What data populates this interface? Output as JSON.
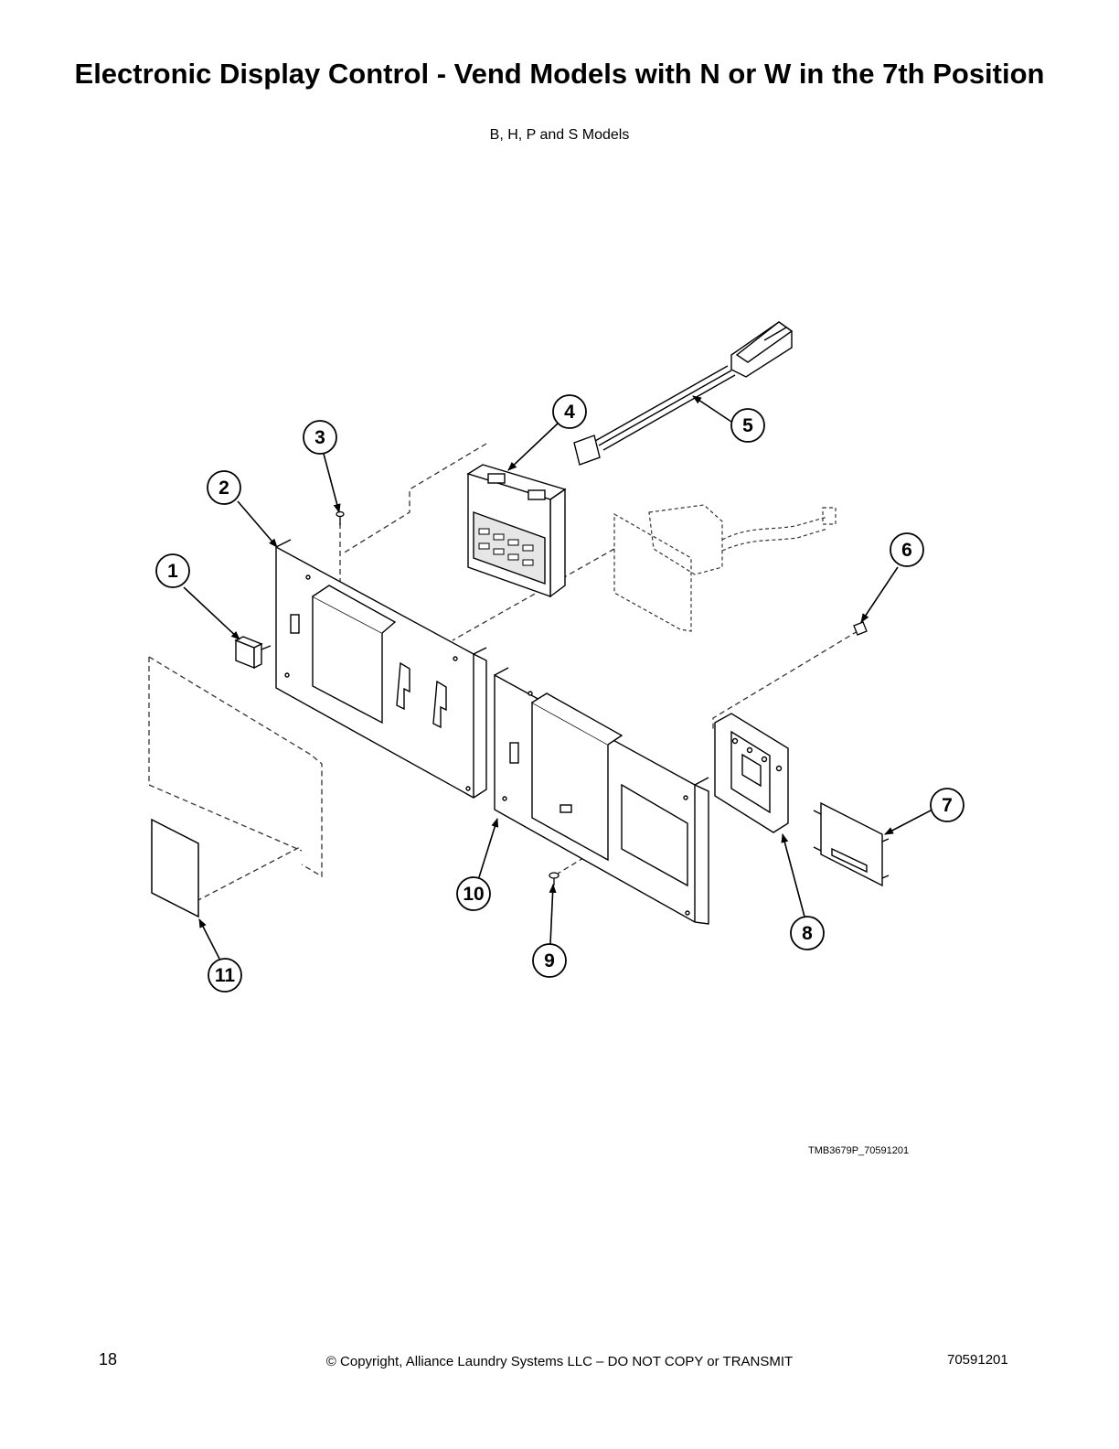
{
  "page": {
    "title": "Electronic Display Control - Vend Models with N or W in the 7th Position",
    "subtitle": "B, H, P and S Models",
    "figure_id": "TMB3679P_70591201",
    "page_number": "18",
    "copyright": "© Copyright, Alliance Laundry Systems LLC – DO NOT COPY or TRANSMIT",
    "doc_number": "70591201"
  },
  "callouts": [
    "1",
    "2",
    "3",
    "4",
    "5",
    "6",
    "7",
    "8",
    "9",
    "10",
    "11"
  ]
}
